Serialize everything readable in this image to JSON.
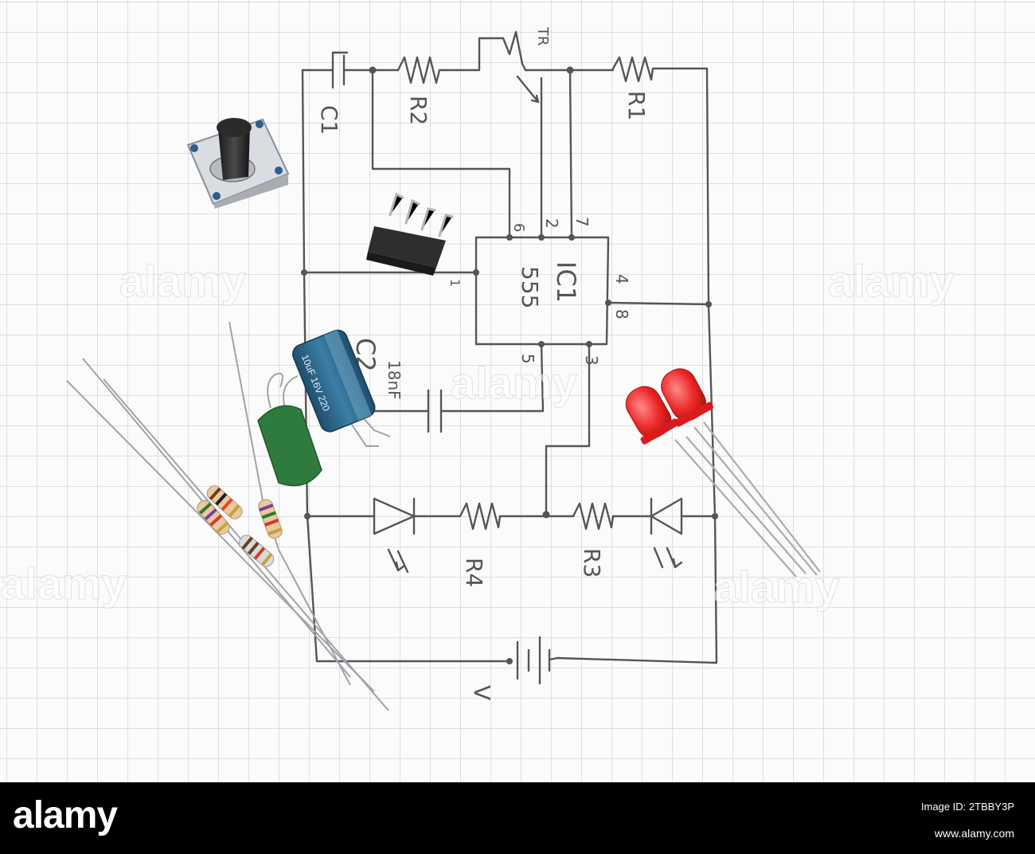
{
  "schematic_labels": {
    "potentiometer": "TR",
    "r1": "R1",
    "r2": "R2",
    "r3": "R3",
    "r4": "R4",
    "c1": "C1",
    "c2": "C2",
    "c2_value": "18nF",
    "ic_name": "IC1",
    "ic_type": "555",
    "pin_6": "6",
    "pin_2": "2",
    "pin_7": "7",
    "pin_1": "1",
    "pin_4": "4",
    "pin_8": "8",
    "pin_5": "5",
    "pin_3": "3",
    "voltage": "V"
  },
  "capacitor_print": "10uF 16V 220",
  "watermark_text": "alamy",
  "footer": {
    "logo": "alamy",
    "image_id_label": "Image ID: 2TBBY3P",
    "url": "www.alamy.com"
  },
  "colors": {
    "paper": "#fbfbfb",
    "grid": "#c9ccd4",
    "pencil": "#555555",
    "led_red": "#ee2a2a",
    "capacitor_blue": "#2f6a8f",
    "capacitor_green": "#2f7a3d"
  }
}
